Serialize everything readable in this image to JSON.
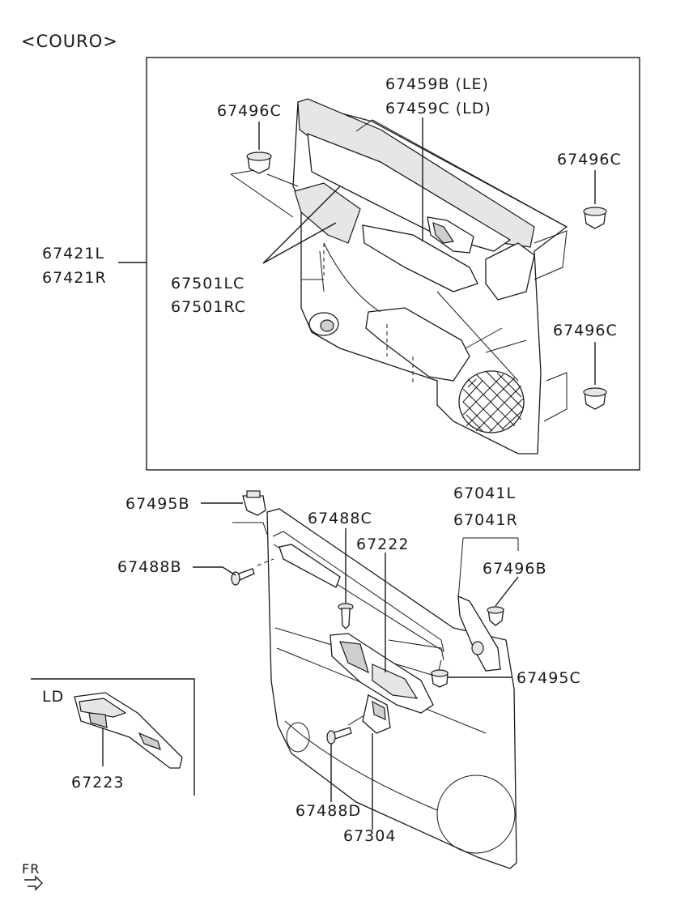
{
  "title": "<COURO>",
  "direction_marker": "FR",
  "inset_label": "LD",
  "labels": {
    "p67459B": "67459B (LE)",
    "p67459C": "67459C (LD)",
    "p67496C_a": "67496C",
    "p67496C_b": "67496C",
    "p67496C_c": "67496C",
    "p67421L": "67421L",
    "p67421R": "67421R",
    "p67501LC": "67501LC",
    "p67501RC": "67501RC",
    "p67495B": "67495B",
    "p67488C": "67488C",
    "p67222": "67222",
    "p67041L": "67041L",
    "p67041R": "67041R",
    "p67488B": "67488B",
    "p67496B": "67496B",
    "p67495C": "67495C",
    "p67223": "67223",
    "p67488D": "67488D",
    "p67304": "67304"
  }
}
